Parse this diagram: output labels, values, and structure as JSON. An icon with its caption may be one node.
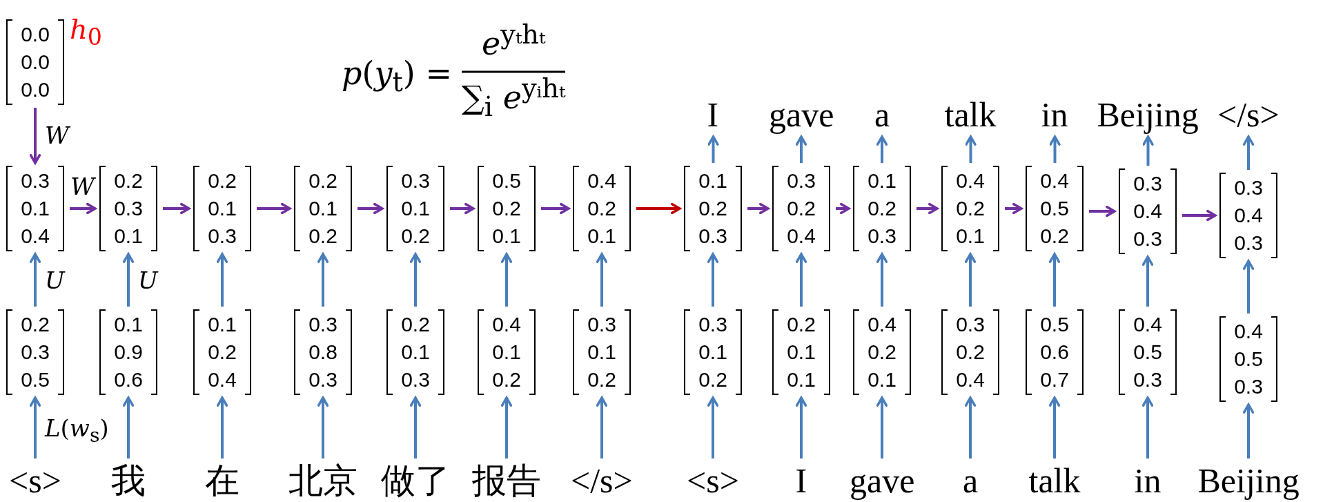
{
  "diagram": {
    "nodes": [
      {
        "text": [
          "0.0",
          "0.0",
          "0.0"
        ],
        "beside": [
          "*h*$_{0}$"
        ]
      },
      {
        "text": [
          "0.3",
          "0.1",
          "0.4"
        ]
      },
      {
        "text": [
          "0.2",
          "0.3",
          "0.1"
        ]
      },
      {
        "text": [
          "0.2",
          "0.1",
          "0.3"
        ]
      },
      {
        "text": [
          "0.2",
          "0.1",
          "0.2"
        ]
      },
      {
        "text": [
          "0.3",
          "0.1",
          "0.2"
        ]
      },
      {
        "text": [
          "0.5",
          "0.2",
          "0.1"
        ]
      },
      {
        "text": [
          "0.4",
          "0.2",
          "0.1"
        ]
      },
      {
        "text": [
          "0.1",
          "0.2",
          "0.3"
        ]
      },
      {
        "text": [
          "0.3",
          "0.2",
          "0.4"
        ]
      },
      {
        "text": [
          "0.1",
          "0.2",
          "0.3"
        ]
      },
      {
        "text": [
          "0.4",
          "0.2",
          "0.1"
        ]
      },
      {
        "text": [
          "0.4",
          "0.5",
          "0.2"
        ]
      },
      {
        "text": [
          "0.3",
          "0.4",
          "0.3"
        ]
      },
      {
        "text": [
          "0.3",
          "0.4",
          "0.3"
        ]
      },
      {
        "text": [
          "0.2",
          "0.3",
          "0.5"
        ]
      },
      {
        "text": [
          "0.1",
          "0.9",
          "0.6"
        ]
      },
      {
        "text": [
          "0.1",
          "0.2",
          "0.4"
        ]
      },
      {
        "text": [
          "0.3",
          "0.8",
          "0.3"
        ]
      },
      {
        "text": [
          "0.2",
          "0.1",
          "0.3"
        ]
      },
      {
        "text": [
          "0.4",
          "0.1",
          "0.2"
        ]
      },
      {
        "text": [
          "0.3",
          "0.1",
          "0.2"
        ]
      },
      {
        "text": [
          "0.3",
          "0.1",
          "0.2"
        ]
      },
      {
        "text": [
          "0.2",
          "0.1",
          "0.1"
        ]
      },
      {
        "text": [
          "0.4",
          "0.2",
          "0.1"
        ]
      },
      {
        "text": [
          "0.3",
          "0.2",
          "0.4"
        ]
      },
      {
        "text": [
          "0.5",
          "0.6",
          "0.7"
        ]
      },
      {
        "text": [
          "0.4",
          "0.5",
          "0.3"
        ]
      },
      {
        "text": [
          "0.4",
          "0.5",
          "0.3"
        ]
      },
      {
        "text": [
          "<s>"
        ]
      },
      {
        "text": [
          "我"
        ]
      },
      {
        "text": [
          "在"
        ]
      },
      {
        "text": [
          "北京"
        ]
      },
      {
        "text": [
          "做了"
        ]
      },
      {
        "text": [
          "报告"
        ]
      },
      {
        "text": [
          "</s>"
        ]
      },
      {
        "text": [
          "<s>"
        ]
      },
      {
        "text": [
          "I"
        ]
      },
      {
        "text": [
          "gave"
        ]
      },
      {
        "text": [
          "a"
        ]
      },
      {
        "text": [
          "talk"
        ]
      },
      {
        "text": [
          "in"
        ]
      },
      {
        "text": [
          "Beijing"
        ]
      },
      {
        "text": [
          "I"
        ]
      },
      {
        "text": [
          "gave"
        ]
      },
      {
        "text": [
          "a"
        ]
      },
      {
        "text": [
          "talk"
        ]
      },
      {
        "text": [
          "in"
        ]
      },
      {
        "text": [
          "Beijing"
        ]
      },
      {
        "text": [
          "</s>"
        ]
      }
    ],
    "edges": [
      {
        "from": 0,
        "to": 1,
        "arrow": "to",
        "label": "*W*",
        "color": "#7030a0"
      },
      {
        "from": 1,
        "to": 2,
        "arrow": "to",
        "label": "*W*",
        "color": "#7030a0"
      },
      {
        "from": 2,
        "to": 3,
        "arrow": "to",
        "color": "#7030a0"
      },
      {
        "from": 3,
        "to": 4,
        "arrow": "to",
        "color": "#7030a0"
      },
      {
        "from": 4,
        "to": 5,
        "arrow": "to",
        "color": "#7030a0"
      },
      {
        "from": 5,
        "to": 6,
        "arrow": "to",
        "color": "#7030a0"
      },
      {
        "from": 6,
        "to": 7,
        "arrow": "to",
        "color": "#7030a0"
      },
      {
        "from": 7,
        "to": 8,
        "arrow": "to",
        "color": "#c00000"
      },
      {
        "from": 8,
        "to": 9,
        "arrow": "to",
        "color": "#7030a0"
      },
      {
        "from": 9,
        "to": 10,
        "arrow": "to",
        "color": "#7030a0"
      },
      {
        "from": 10,
        "to": 11,
        "arrow": "to",
        "color": "#7030a0"
      },
      {
        "from": 11,
        "to": 12,
        "arrow": "to",
        "color": "#7030a0"
      },
      {
        "from": 12,
        "to": 13,
        "arrow": "to",
        "color": "#7030a0"
      },
      {
        "from": 13,
        "to": 14,
        "arrow": "to",
        "color": "#7030a0"
      },
      {
        "from": 15,
        "to": 1,
        "arrow": "to",
        "label": "*U*"
      },
      {
        "from": 16,
        "to": 2,
        "arrow": "to",
        "label": "*U*"
      },
      {
        "from": 17,
        "to": 3,
        "arrow": "to"
      },
      {
        "from": 18,
        "to": 4,
        "arrow": "to"
      },
      {
        "from": 19,
        "to": 5,
        "arrow": "to"
      },
      {
        "from": 20,
        "to": 6,
        "arrow": "to"
      },
      {
        "from": 21,
        "to": 7,
        "arrow": "to"
      },
      {
        "from": 22,
        "to": 8,
        "arrow": "to"
      },
      {
        "from": 23,
        "to": 9,
        "arrow": "to"
      },
      {
        "from": 24,
        "to": 10,
        "arrow": "to"
      },
      {
        "from": 25,
        "to": 11,
        "arrow": "to"
      },
      {
        "from": 26,
        "to": 12,
        "arrow": "to"
      },
      {
        "from": 27,
        "to": 13,
        "arrow": "to"
      },
      {
        "from": 28,
        "to": 14,
        "arrow": "to"
      },
      {
        "from": 29,
        "to": 15,
        "arrow": "to",
        "label": "*L*(*w*$_{s}$)"
      },
      {
        "from": 30,
        "to": 16,
        "arrow": "to"
      },
      {
        "from": 31,
        "to": 17,
        "arrow": "to"
      },
      {
        "from": 32,
        "to": 18,
        "arrow": "to"
      },
      {
        "from": 33,
        "to": 19,
        "arrow": "to"
      },
      {
        "from": 34,
        "to": 20,
        "arrow": "to"
      },
      {
        "from": 35,
        "to": 21,
        "arrow": "to"
      },
      {
        "from": 36,
        "to": 22,
        "arrow": "to"
      },
      {
        "from": 37,
        "to": 23,
        "arrow": "to"
      },
      {
        "from": 38,
        "to": 24,
        "arrow": "to"
      },
      {
        "from": 39,
        "to": 25,
        "arrow": "to"
      },
      {
        "from": 40,
        "to": 26,
        "arrow": "to"
      },
      {
        "from": 41,
        "to": 27,
        "arrow": "to"
      },
      {
        "from": 42,
        "to": 28,
        "arrow": "to"
      },
      {
        "from": 8,
        "to": 43,
        "arrow": "to"
      },
      {
        "from": 9,
        "to": 44,
        "arrow": "to"
      },
      {
        "from": 10,
        "to": 45,
        "arrow": "to"
      },
      {
        "from": 11,
        "to": 46,
        "arrow": "to"
      },
      {
        "from": 12,
        "to": 47,
        "arrow": "to"
      },
      {
        "from": 13,
        "to": 48,
        "arrow": "to"
      },
      {
        "from": 14,
        "to": 49,
        "arrow": "to"
      }
    ],
    "labels": [
      "*p*(*y*$_{t}$) =",
      "*e*$^{yₜhₜ}$",
      "∑$_{i}$ *e*$^{yᵢhₜ}$"
    ]
  }
}
